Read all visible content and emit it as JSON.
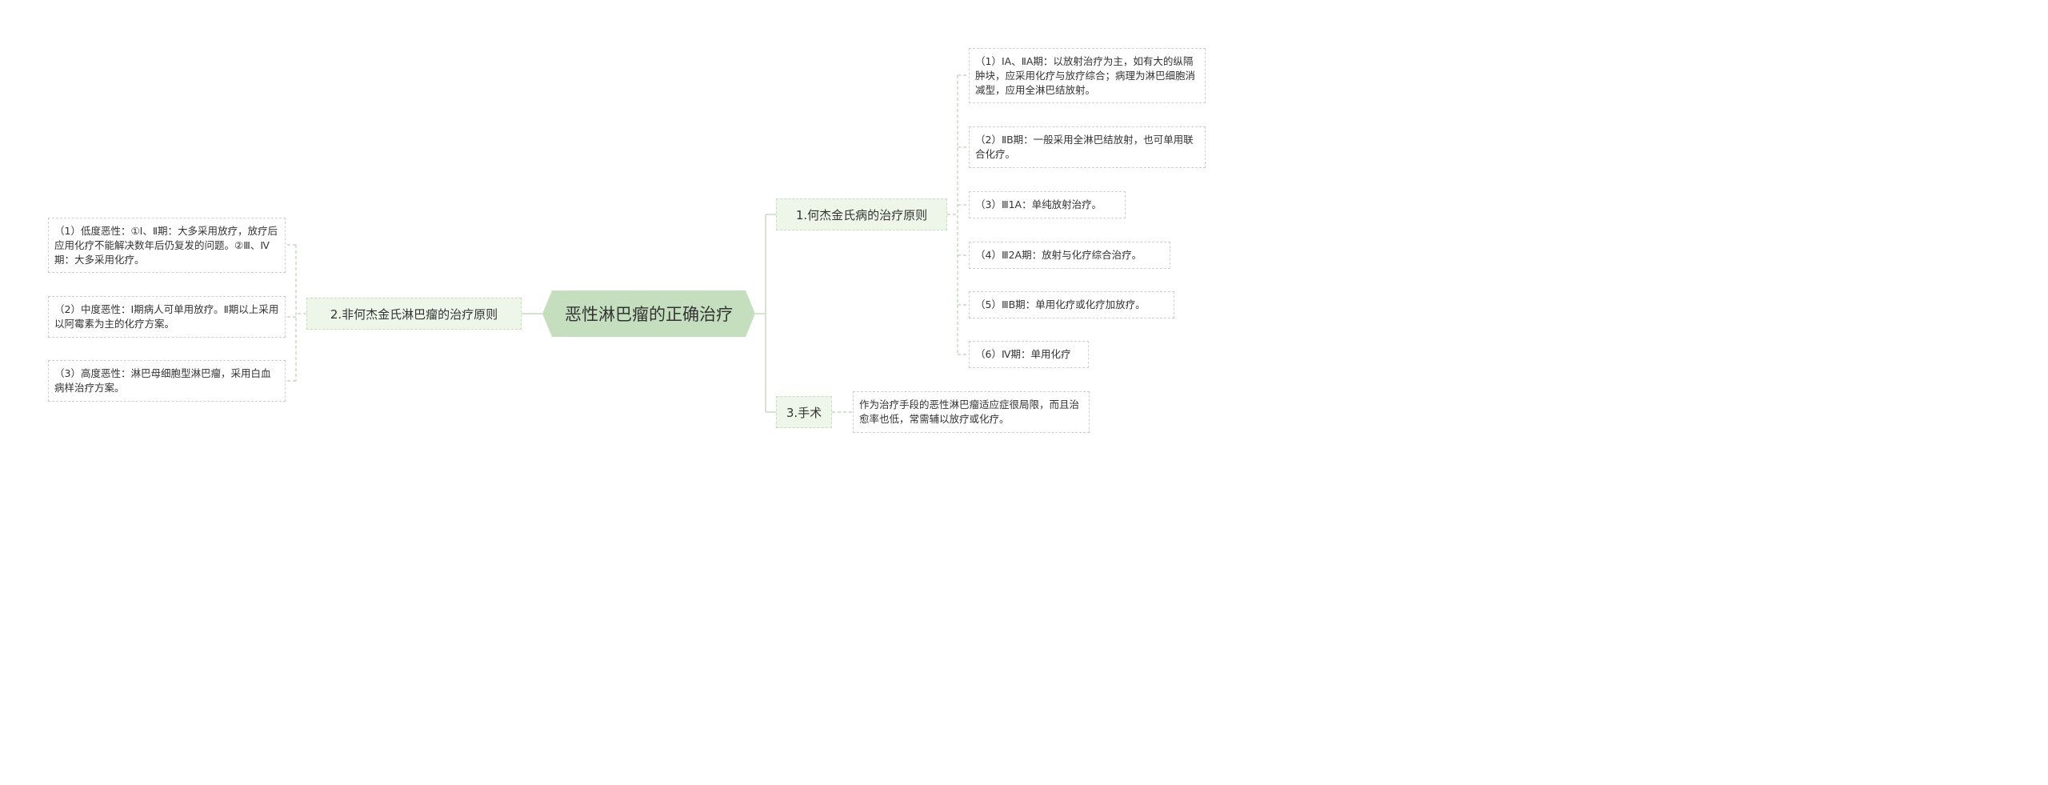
{
  "root": {
    "title": "恶性淋巴瘤的正确治疗"
  },
  "branches": {
    "b1": {
      "label": "1.何杰金氏病的治疗原则",
      "items": [
        "（1）ⅠA、ⅡA期：以放射治疗为主，如有大的纵隔肿块，应采用化疗与放疗综合；病理为淋巴细胞消减型，应用全淋巴结放射。",
        "（2）ⅡB期：一般采用全淋巴结放射，也可单用联合化疗。",
        "（3）Ⅲ1A：单纯放射治疗。",
        "（4）Ⅲ2A期：放射与化疗综合治疗。",
        "（5）ⅢB期：单用化疗或化疗加放疗。",
        "（6）Ⅳ期：单用化疗"
      ]
    },
    "b2": {
      "label": "2.非何杰金氏淋巴瘤的治疗原则",
      "items": [
        "（1）低度恶性：①Ⅰ、Ⅱ期：大多采用放疗，放疗后应用化疗不能解决数年后仍复发的问题。②Ⅲ、Ⅳ期：大多采用化疗。",
        "（2）中度恶性：Ⅰ期病人可单用放疗。Ⅱ期以上采用以阿霉素为主的化疗方案。",
        "（3）高度恶性：淋巴母细胞型淋巴瘤，采用白血病样治疗方案。"
      ]
    },
    "b3": {
      "label": "3.手术",
      "items": [
        "作为治疗手段的恶性淋巴瘤适应症很局限，而且治愈率也低，常需辅以放疗或化疗。"
      ]
    }
  },
  "colors": {
    "center": "#c5dfbe",
    "branch": "#eef6ea",
    "line": "#b9d3b0"
  }
}
